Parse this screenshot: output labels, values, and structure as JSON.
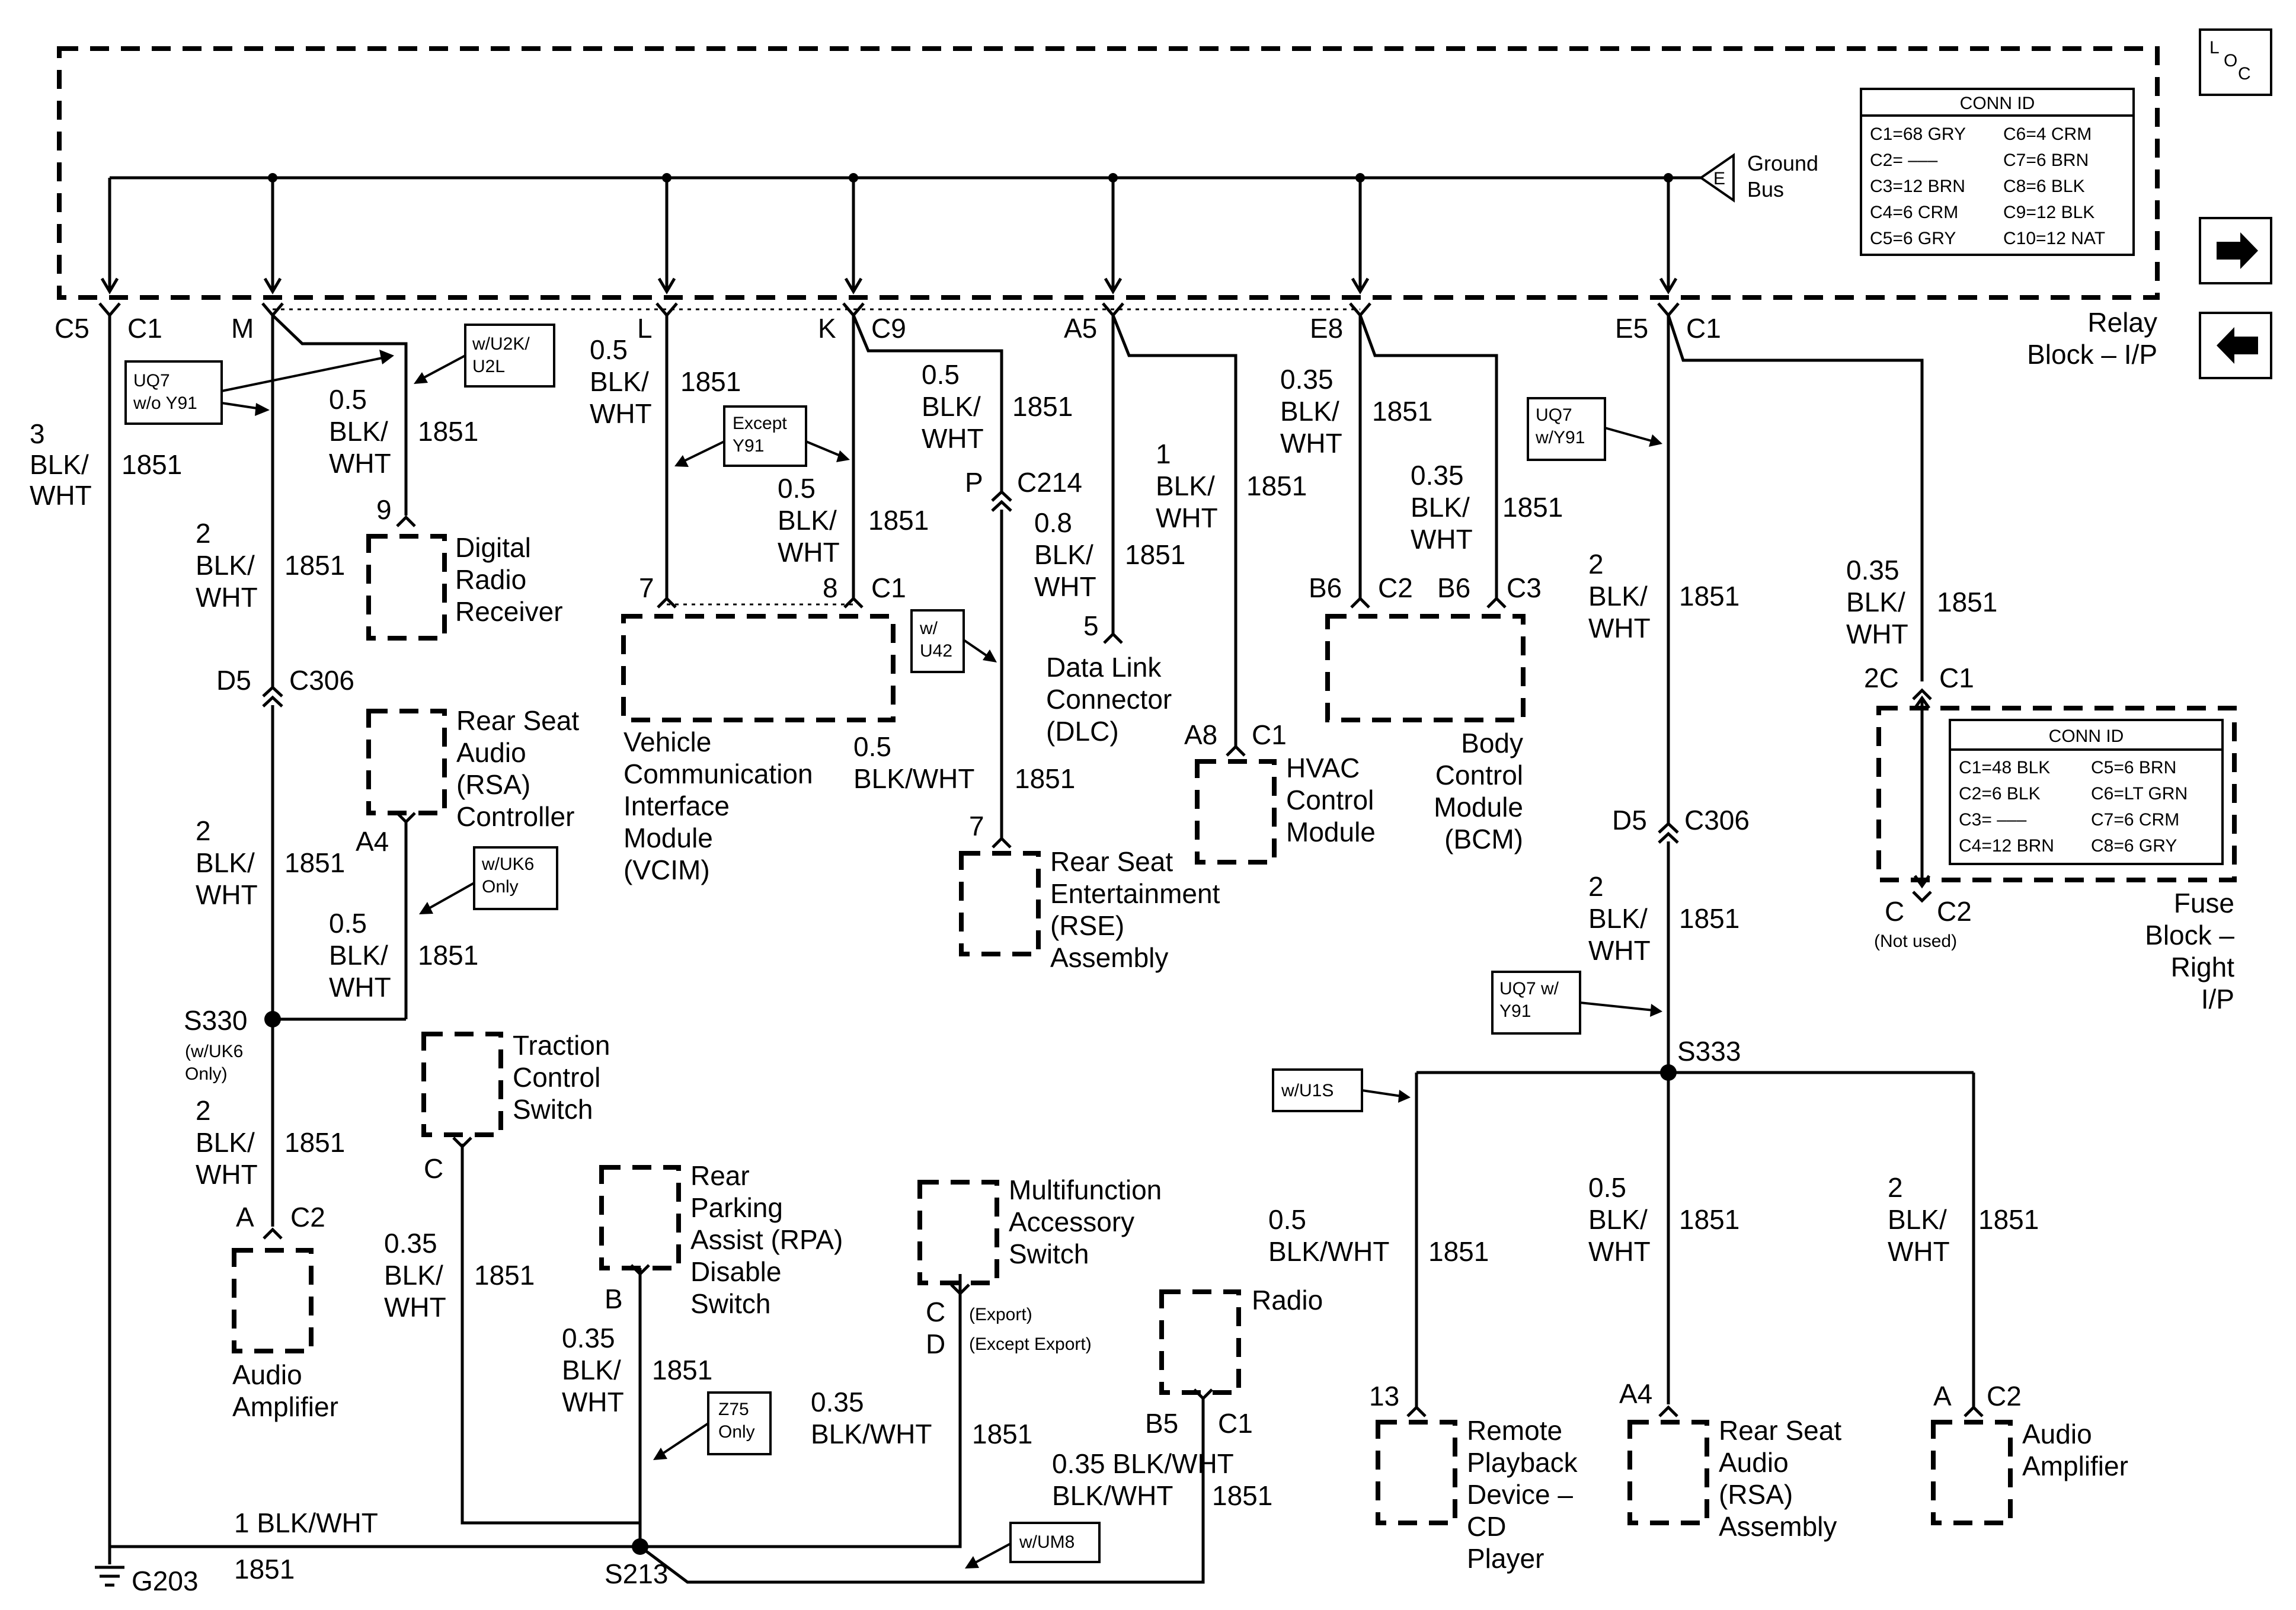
{
  "loc_icon": {
    "l": "L",
    "o": "O",
    "c": "C"
  },
  "nav": {
    "forward": "forward-arrow-icon",
    "back": "back-arrow-icon"
  },
  "relay_block": {
    "title_line1": "Relay",
    "title_line2": "Block – I/P",
    "ground_bus_letter": "E",
    "ground_bus_line1": "Ground",
    "ground_bus_line2": "Bus",
    "conn_id": {
      "header": "CONN ID",
      "rows": [
        [
          "C1=68 GRY",
          "C6=4 CRM"
        ],
        [
          "C2= –––",
          "C7=6 BRN"
        ],
        [
          "C3=12 BRN",
          "C8=6 BLK"
        ],
        [
          "C4=6 CRM",
          "C9=12 BLK"
        ],
        [
          "C5=6 GRY",
          "C10=12 NAT"
        ]
      ]
    }
  },
  "fuse_block": {
    "title": [
      "Fuse",
      "Block –",
      "Right",
      "I/P"
    ],
    "conn_id": {
      "header": "CONN ID",
      "rows": [
        [
          "C1=48 BLK",
          "C5=6 BRN"
        ],
        [
          "C2=6 BLK",
          "C6=LT GRN"
        ],
        [
          "C3= –––",
          "C7=6 CRM"
        ],
        [
          "C4=12 BRN",
          "C8=6 GRY"
        ]
      ]
    },
    "top_pin": "2C",
    "top_conn": "C1",
    "bottom_pin": "C",
    "bottom_conn": "C2",
    "not_used": "(Not used)"
  },
  "pins": {
    "c5": "C5",
    "c1": "C1",
    "m": "M",
    "l": "L",
    "k": "K",
    "c9": "C9",
    "a5": "A5",
    "e8": "E8",
    "e5": "E5",
    "c1b": "C1"
  },
  "wires": {
    "w1": {
      "size": "3",
      "color1": "BLK/",
      "color2": "WHT",
      "circuit": "1851"
    },
    "w2": {
      "size": "0.5",
      "color1": "BLK/",
      "color2": "WHT",
      "circuit": "1851"
    },
    "w3": {
      "size": "2",
      "color1": "BLK/",
      "color2": "WHT",
      "circuit": "1851"
    },
    "w4": {
      "size": "2",
      "color1": "BLK/",
      "color2": "WHT",
      "circuit": "1851"
    },
    "w5": {
      "size": "0.5",
      "color1": "BLK/",
      "color2": "WHT",
      "circuit": "1851"
    },
    "w6": {
      "size": "2",
      "color1": "BLK/",
      "color2": "WHT",
      "circuit": "1851"
    },
    "w7": {
      "size": "0.5",
      "color1": "BLK/",
      "color2": "WHT",
      "circuit": "1851"
    },
    "w8": {
      "size": "0.5",
      "color1": "BLK/",
      "color2": "WHT",
      "circuit": "1851"
    },
    "w9": {
      "size": "0.5",
      "color1": "BLK/",
      "color2": "WHT",
      "circuit": "1851"
    },
    "w10": {
      "size": "0.8",
      "color1": "BLK/",
      "color2": "WHT",
      "circuit": "1851"
    },
    "w11": {
      "label": "0.5",
      "color": "BLK/WHT",
      "circuit": "1851"
    },
    "w12": {
      "size": "1",
      "color1": "BLK/",
      "color2": "WHT",
      "circuit": "1851"
    },
    "w13": {
      "size": "0.35",
      "color1": "BLK/",
      "color2": "WHT",
      "circuit": "1851"
    },
    "w14": {
      "size": "0.35",
      "color1": "BLK/",
      "color2": "WHT",
      "circuit": "1851"
    },
    "w15": {
      "size": "2",
      "color1": "BLK/",
      "color2": "WHT",
      "circuit": "1851"
    },
    "w16": {
      "size": "2",
      "color1": "BLK/",
      "color2": "WHT",
      "circuit": "1851"
    },
    "w17": {
      "size": "0.35",
      "color1": "BLK/",
      "color2": "WHT",
      "circuit": "1851"
    },
    "w18": {
      "size": "0.35",
      "color1": "BLK/",
      "color2": "WHT",
      "circuit": "1851"
    },
    "w19": {
      "size": "0.35",
      "color1": "BLK/",
      "color2": "WHT",
      "circuit": "1851"
    },
    "w20": {
      "label": "0.35 BLK/WHT",
      "circuit": "1851"
    },
    "w21": {
      "label1": "0.35",
      "label2": "BLK/WHT",
      "circuit": "1851"
    },
    "w22": {
      "label1": "0.5",
      "label2": "BLK/WHT",
      "circuit": "1851"
    },
    "w23": {
      "size": "0.5",
      "color1": "BLK/",
      "color2": "WHT",
      "circuit": "1851"
    },
    "w24": {
      "size": "2",
      "color1": "BLK/",
      "color2": "WHT",
      "circuit": "1851"
    },
    "w25": {
      "label": "1 BLK/WHT",
      "circuit": "1851"
    }
  },
  "option_boxes": {
    "uq7_wo_y91": [
      "UQ7",
      "w/o Y91"
    ],
    "u2k_u2l": [
      "w/U2K/",
      "U2L"
    ],
    "except_y91": [
      "Except",
      "Y91"
    ],
    "u42": [
      "w/",
      "U42"
    ],
    "uk6": [
      "w/UK6",
      "Only"
    ],
    "uq7_w_y91": [
      "UQ7",
      "w/Y91"
    ],
    "uq7_w_y91_b": [
      "UQ7 w/",
      "Y91"
    ],
    "u1s": [
      "w/U1S"
    ],
    "z75": [
      "Z75",
      "Only"
    ],
    "um8": [
      "w/UM8"
    ]
  },
  "components": {
    "digital_radio": {
      "pin": "9",
      "name": [
        "Digital",
        "Radio",
        "Receiver"
      ]
    },
    "rsa_controller": {
      "pin": "A4",
      "name": [
        "Rear Seat",
        "Audio",
        "(RSA)",
        "Controller"
      ]
    },
    "vcim": {
      "pin_l": "7",
      "pin_k": "8",
      "conn": "C1",
      "name": [
        "Vehicle",
        "Communication",
        "Interface",
        "Module",
        "(VCIM)"
      ]
    },
    "c214": {
      "pin": "P",
      "conn": "C214"
    },
    "rse": {
      "pin": "7",
      "name": [
        "Rear Seat",
        "Entertainment",
        "(RSE)",
        "Assembly"
      ]
    },
    "dlc": {
      "pin": "5",
      "name": [
        "Data Link",
        "Connector",
        "(DLC)"
      ]
    },
    "hvac": {
      "pin": "A8",
      "conn": "C1",
      "name": [
        "HVAC",
        "Control",
        "Module"
      ]
    },
    "bcm": {
      "pin1": "B6",
      "conn1": "C2",
      "pin2": "B6",
      "conn2": "C3",
      "name": [
        "Body",
        "Control",
        "Module",
        "(BCM)"
      ]
    },
    "c306_left": {
      "pin": "D5",
      "conn": "C306"
    },
    "c306_right": {
      "pin": "D5",
      "conn": "C306"
    },
    "s330": {
      "name": "S330",
      "note": [
        "(w/UK6",
        "Only)"
      ]
    },
    "audio_amp_left": {
      "pin": "A",
      "conn": "C2",
      "name": [
        "Audio",
        "Amplifier"
      ]
    },
    "traction": {
      "pin": "C",
      "name": [
        "Traction",
        "Control",
        "Switch"
      ]
    },
    "rpa": {
      "pin": "B",
      "name": [
        "Rear",
        "Parking",
        "Assist (RPA)",
        "Disable",
        "Switch"
      ]
    },
    "mfa": {
      "pin1": "C",
      "pin2": "D",
      "note1": "(Export)",
      "note2": "(Except Export)",
      "name": [
        "Multifunction",
        "Accessory",
        "Switch"
      ]
    },
    "radio": {
      "pin": "B5",
      "conn": "C1",
      "name": [
        "Radio"
      ]
    },
    "s333": {
      "name": "S333"
    },
    "remote_cd": {
      "pin": "13",
      "name": [
        "Remote",
        "Playback",
        "Device –",
        "CD",
        "Player"
      ]
    },
    "rsa_assembly": {
      "pin": "A4",
      "name": [
        "Rear Seat",
        "Audio",
        "(RSA)",
        "Assembly"
      ]
    },
    "audio_amp_right": {
      "pin": "A",
      "conn": "C2",
      "name": [
        "Audio",
        "Amplifier"
      ]
    },
    "s213": {
      "name": "S213"
    },
    "g203": {
      "name": "G203"
    }
  }
}
